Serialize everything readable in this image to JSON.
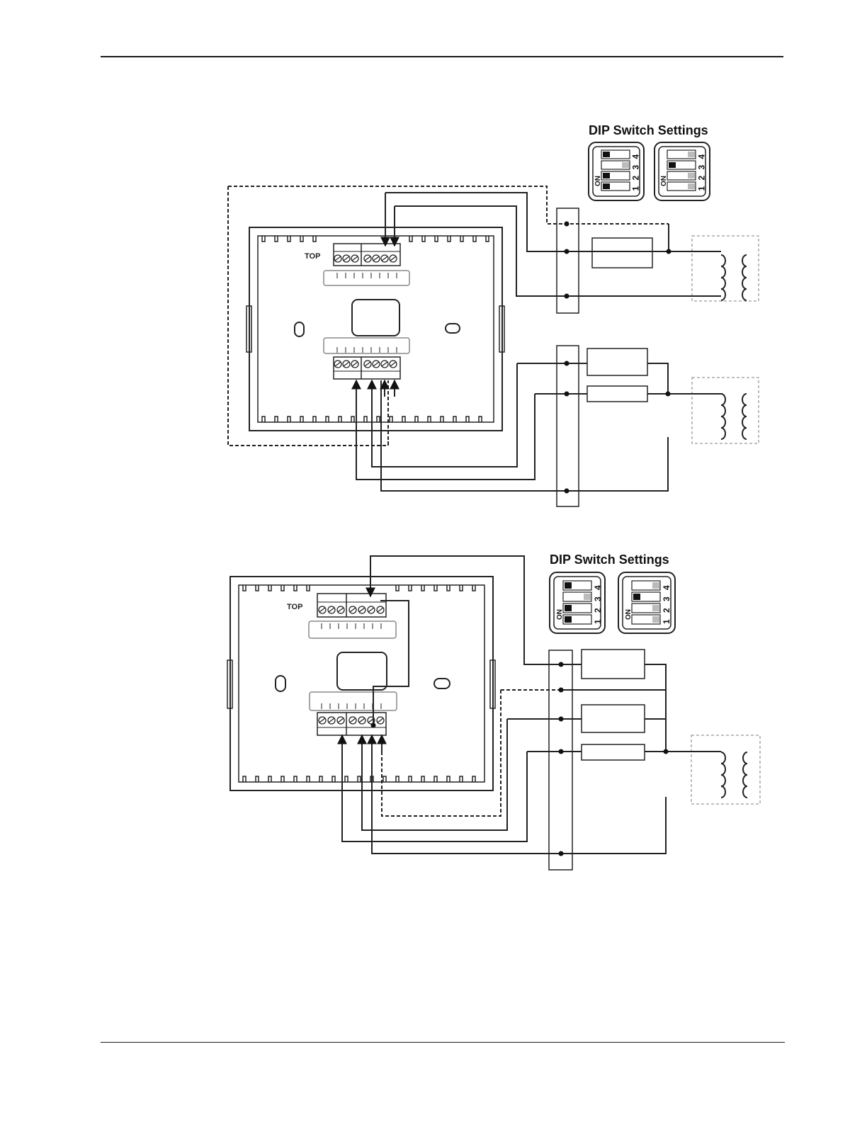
{
  "diagram_top": {
    "dip_title": "DIP Switch Settings",
    "top_label": "TOP",
    "dip_left": {
      "on_label": "ON",
      "switch_numbers": [
        "1",
        "2",
        "3",
        "4"
      ],
      "on_positions": [
        true,
        true,
        false,
        true
      ]
    },
    "dip_right": {
      "on_label": "ON",
      "switch_numbers": [
        "1",
        "2",
        "3",
        "4"
      ],
      "on_positions": [
        false,
        false,
        true,
        false
      ]
    }
  },
  "diagram_bottom": {
    "dip_title": "DIP Switch Settings",
    "top_label": "TOP",
    "dip_left": {
      "on_label": "ON",
      "switch_numbers": [
        "1",
        "2",
        "3",
        "4"
      ],
      "on_positions": [
        true,
        true,
        false,
        true
      ]
    },
    "dip_right": {
      "on_label": "ON",
      "switch_numbers": [
        "1",
        "2",
        "3",
        "4"
      ],
      "on_positions": [
        false,
        false,
        true,
        false
      ]
    }
  }
}
